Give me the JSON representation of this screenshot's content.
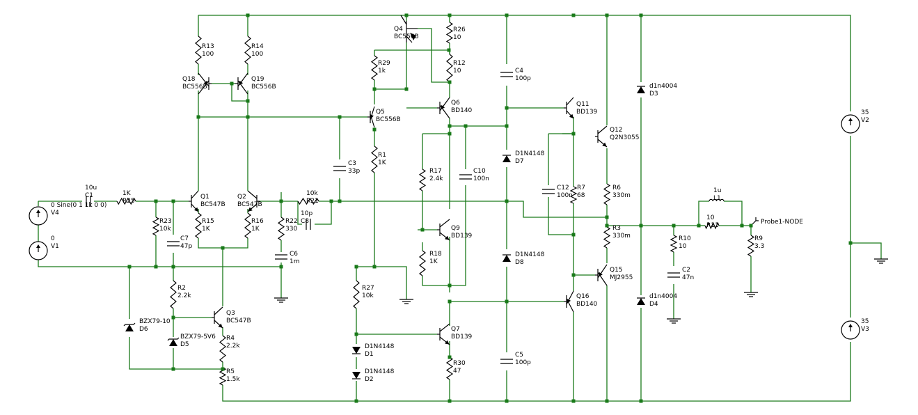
{
  "labels": {
    "R13": [
      "R13",
      "100"
    ],
    "R14": [
      "R14",
      "100"
    ],
    "Q18": [
      "Q18",
      "BC556B"
    ],
    "Q19": [
      "Q19",
      "BC556B"
    ],
    "Q4": [
      "Q4",
      "BC556B"
    ],
    "R26": [
      "R26",
      "10"
    ],
    "R12": [
      "R12",
      "10"
    ],
    "R29": [
      "R29",
      "1k"
    ],
    "Q5": [
      "Q5",
      "BC556B"
    ],
    "Q6": [
      "Q6",
      "BD140"
    ],
    "C4": [
      "C4",
      "100p"
    ],
    "Q11": [
      "Q11",
      "BD139"
    ],
    "Q12": [
      "Q12",
      "Q2N3055"
    ],
    "D3": [
      "d1n4004",
      "D3"
    ],
    "V2": [
      "35",
      "V2"
    ],
    "R1": [
      "R1",
      "1K"
    ],
    "C3": [
      "C3",
      "33p"
    ],
    "R17": [
      "R17",
      "2.4k"
    ],
    "C10": [
      "C10",
      "100n"
    ],
    "D7": [
      "D1N4148",
      "D7"
    ],
    "C12": [
      "C12",
      "100n"
    ],
    "R7": [
      "R7",
      "68"
    ],
    "R6": [
      "R6",
      "330m"
    ],
    "C1": [
      "10u",
      "C1"
    ],
    "R25": [
      "1K",
      "R25"
    ],
    "V4": [
      "0 Sine(0 1 1k 0 0)",
      "V4"
    ],
    "V1": [
      "0",
      "V1"
    ],
    "Q1": [
      "Q1",
      "BC547B"
    ],
    "Q2": [
      "Q2",
      "BC547B"
    ],
    "R15": [
      "R15",
      "1K"
    ],
    "R16": [
      "R16",
      "1K"
    ],
    "R23": [
      "R23",
      "10k"
    ],
    "C7": [
      "C7",
      "47p"
    ],
    "R21": [
      "10k",
      "R21"
    ],
    "C8": [
      "10p",
      "C8"
    ],
    "R22": [
      "R22",
      "330"
    ],
    "C6": [
      "C6",
      "1m"
    ],
    "Q9": [
      "Q9",
      "BD139"
    ],
    "R18": [
      "R18",
      "1K"
    ],
    "D8": [
      "D1N4148",
      "D8"
    ],
    "R3": [
      "R3",
      "330m"
    ],
    "Q15": [
      "Q15",
      "MJ2955"
    ],
    "Q16": [
      "Q16",
      "BD140"
    ],
    "L1": [
      "1u",
      "L1"
    ],
    "R11": [
      "10",
      "R11"
    ],
    "Probe": [
      "Probe1-NODE"
    ],
    "R10": [
      "R10",
      "10"
    ],
    "C2": [
      "C2",
      "47n"
    ],
    "R9": [
      "R9",
      "3.3"
    ],
    "D4": [
      "d1n4004",
      "D4"
    ],
    "R2": [
      "R2",
      "2.2k"
    ],
    "Q3": [
      "Q3",
      "BC547B"
    ],
    "R4": [
      "R4",
      "2.2k"
    ],
    "R5": [
      "R5",
      "1.5k"
    ],
    "D6": [
      "BZX79-10",
      "D6"
    ],
    "D5": [
      "BZX79-5V6",
      "D5"
    ],
    "R27": [
      "R27",
      "10k"
    ],
    "D1": [
      "D1N4148",
      "D1"
    ],
    "D2": [
      "D1N4148",
      "D2"
    ],
    "Q7": [
      "Q7",
      "BD139"
    ],
    "R30": [
      "R30",
      "47"
    ],
    "C5": [
      "C5",
      "100p"
    ],
    "V3": [
      "35",
      "V3"
    ]
  }
}
